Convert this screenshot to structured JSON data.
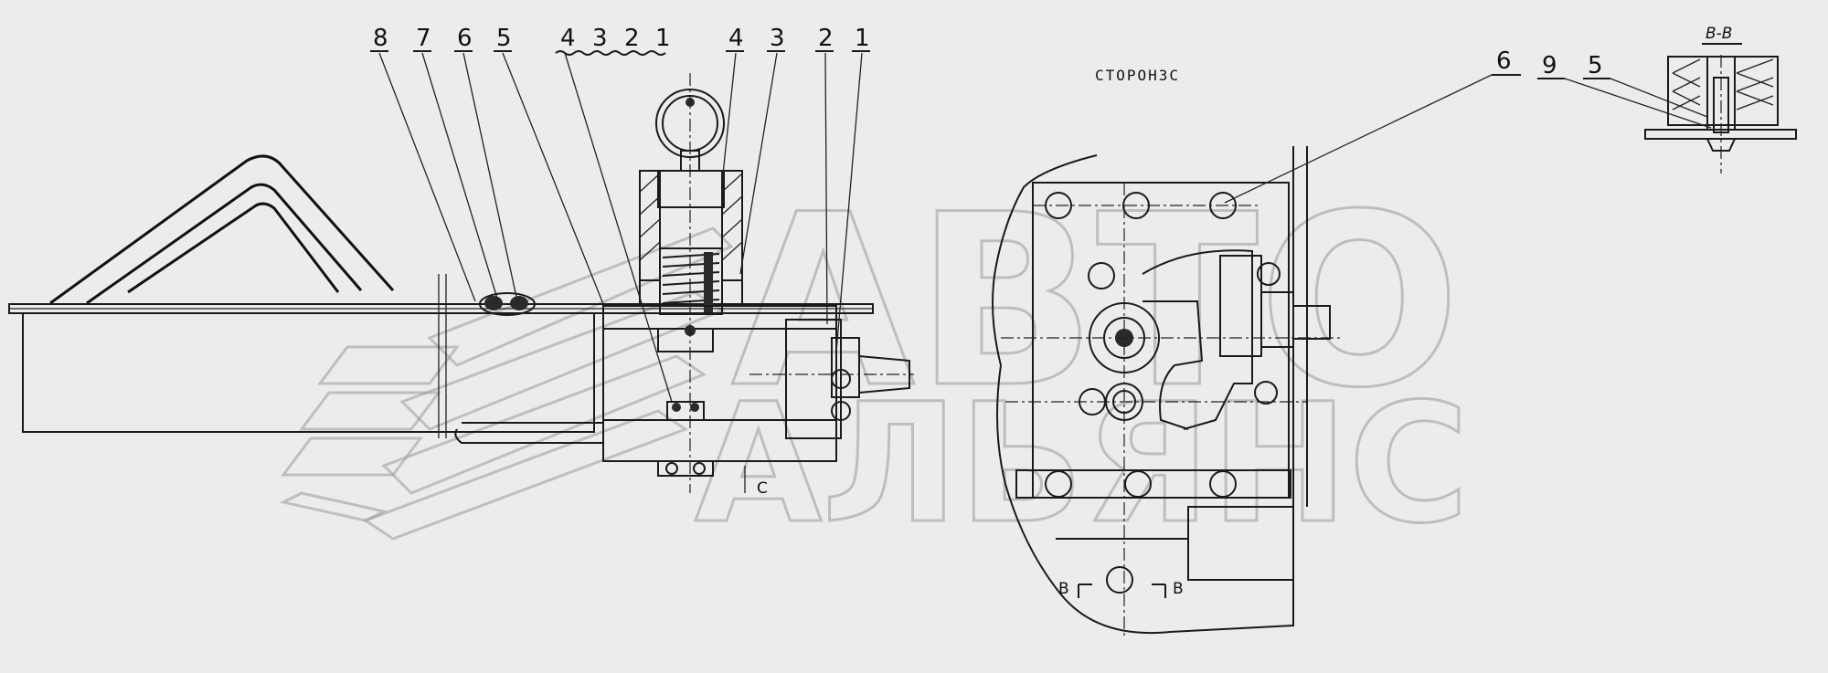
{
  "callouts_left": [
    "8",
    "7",
    "6",
    "5",
    "4",
    "3",
    "2",
    "1",
    "4",
    "3",
    "2",
    "1"
  ],
  "callouts_right": [
    "6",
    "9",
    "5"
  ],
  "view_label": "СТОРОНЗС",
  "section_title": "В-В",
  "section_marks": [
    "В",
    "В"
  ],
  "point_label": "С",
  "watermark": {
    "line1": "АВТО",
    "line2": "АЛЬЯНС"
  }
}
